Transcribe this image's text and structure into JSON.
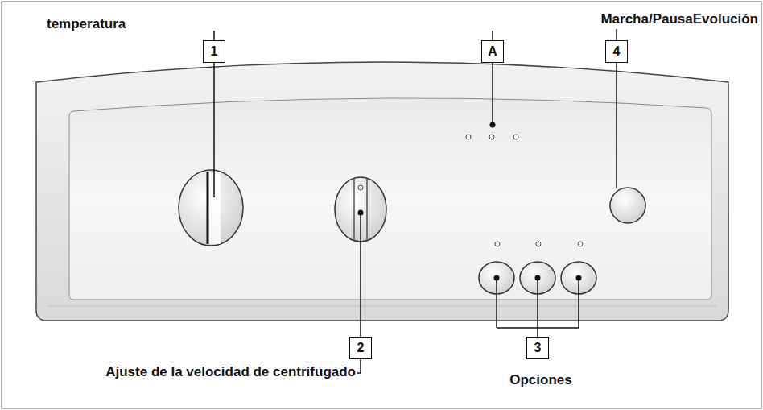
{
  "diagram": {
    "nodes": [
      {
        "text": [
          "1"
        ]
      },
      {
        "text": [
          "A"
        ]
      },
      {
        "text": [
          "4"
        ]
      },
      {
        "text": [
          "2"
        ]
      },
      {
        "text": [
          "3"
        ]
      }
    ],
    "labels": [
      "temperatura",
      "Marcha/PausaEvolución",
      "Ajuste de la velocidad de centrifugado",
      "Opciones"
    ]
  }
}
